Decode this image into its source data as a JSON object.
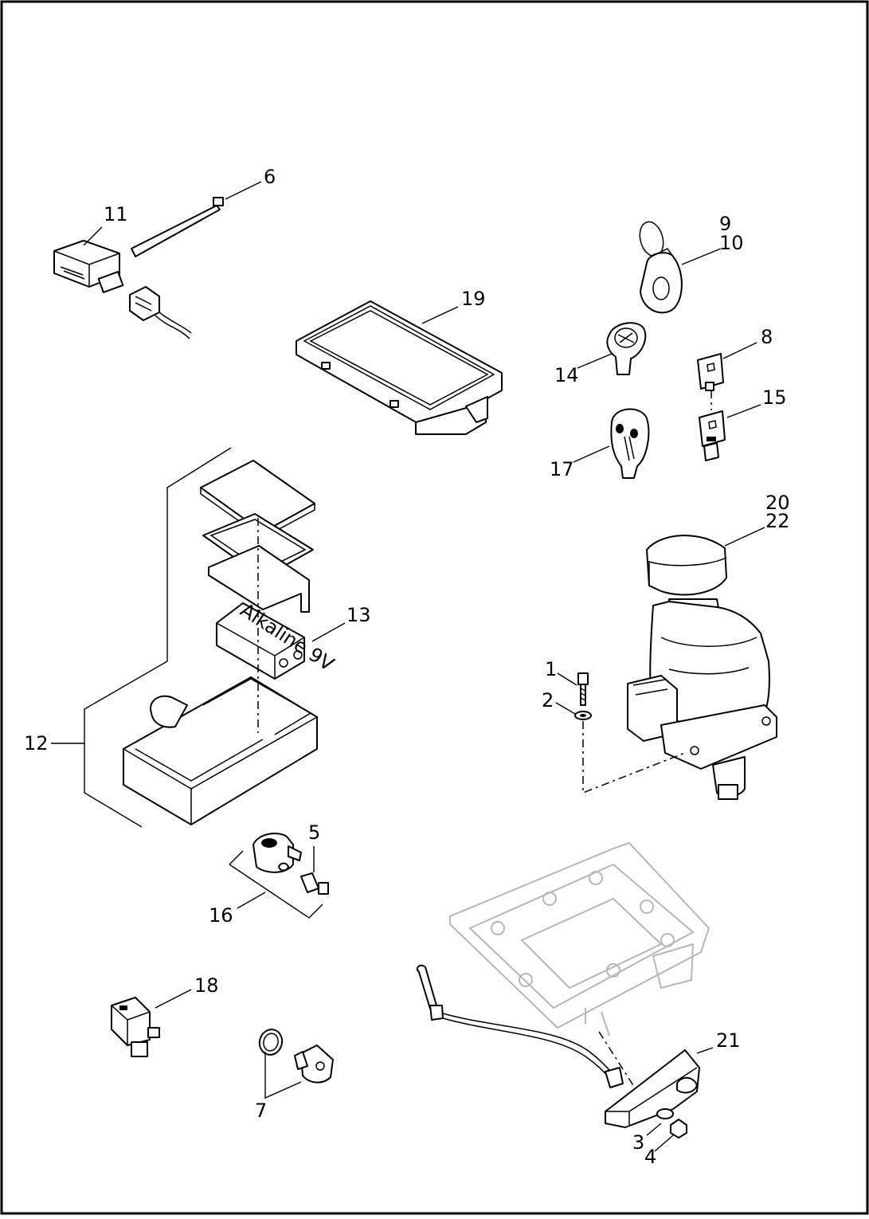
{
  "diagram": {
    "border_color": "#000000",
    "ghost_color": "#b8b8b8",
    "callouts": {
      "c1": "1",
      "c2": "2",
      "c3": "3",
      "c4": "4",
      "c5": "5",
      "c6": "6",
      "c7": "7",
      "c8": "8",
      "c9": "9",
      "c10": "10",
      "c11": "11",
      "c12": "12",
      "c13": "13",
      "c14": "14",
      "c15": "15",
      "c16": "16",
      "c17": "17",
      "c18": "18",
      "c19": "19",
      "c20": "20",
      "c21": "21",
      "c22": "22"
    },
    "battery_label": "Alkaline 9V"
  }
}
